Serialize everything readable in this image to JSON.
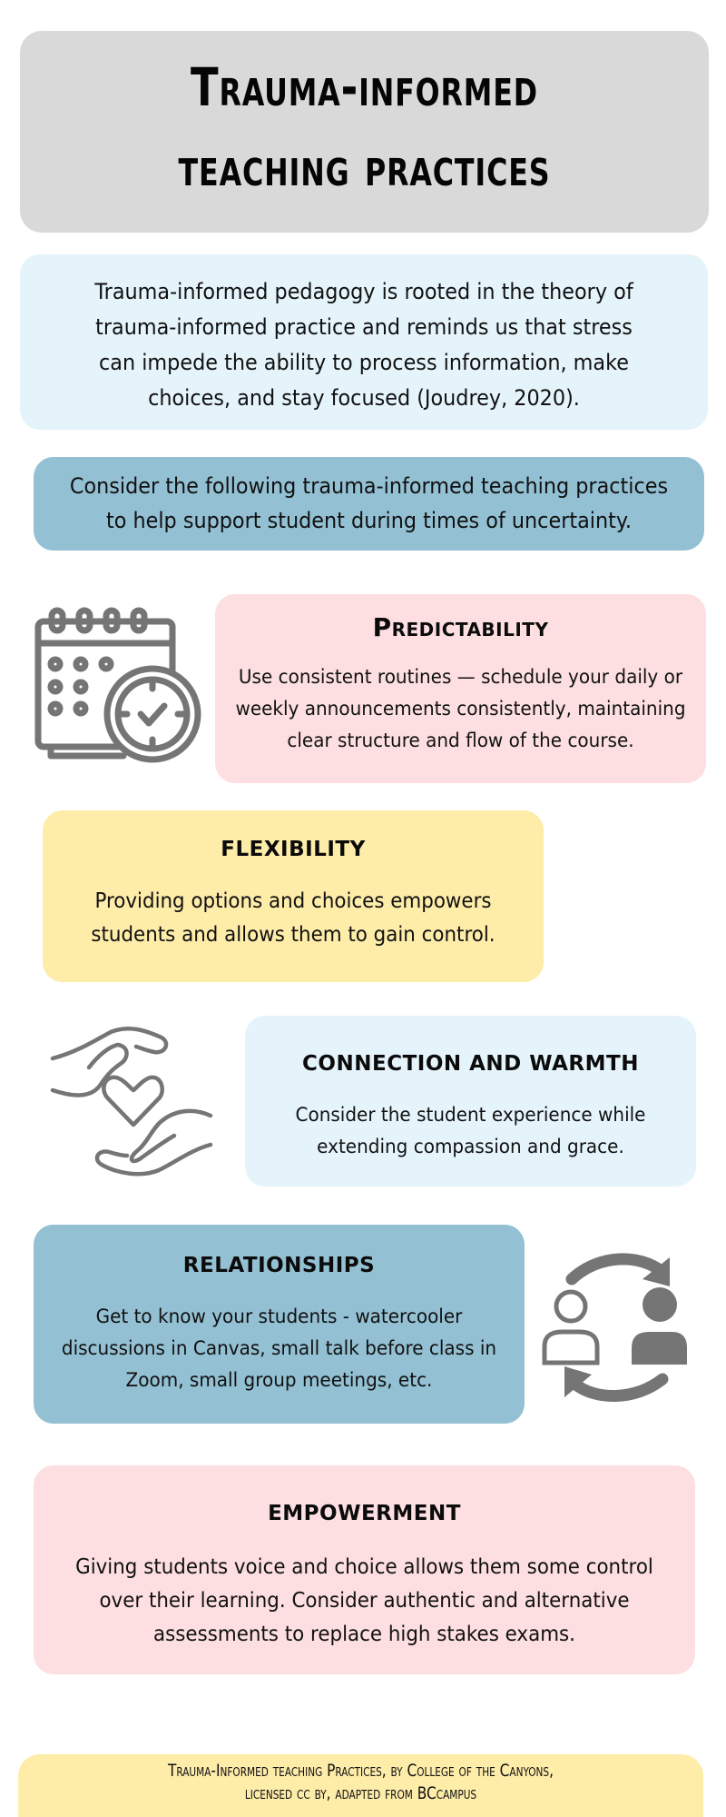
{
  "title": {
    "line1": "Trauma-informed",
    "line2": "teaching practices"
  },
  "intro": {
    "text": "Trauma-informed pedagogy is rooted in the theory of trauma-informed practice and reminds us that stress can impede the ability to process information, make choices, and stay focused (Joudrey, 2020)."
  },
  "consider": {
    "text": "Consider the following trauma-informed teaching practices to help support student during times of uncertainty."
  },
  "cards": [
    {
      "title": "Predictability",
      "body": "Use consistent routines — schedule your daily or weekly announcements consistently, maintaining clear structure and flow of the course.",
      "icon": "calendar-clock-icon",
      "color": "#fddfe1"
    },
    {
      "title": "Flexibility",
      "body": "Providing options and choices empowers students and allows them to gain control.",
      "icon": null,
      "color": "#feeca9"
    },
    {
      "title": "Connection and Warmth",
      "body": "Consider the student experience while extending compassion and grace.",
      "icon": "hands-heart-icon",
      "color": "#e5f4fb"
    },
    {
      "title": "Relationships",
      "body": "Get to know your students - watercooler discussions in Canvas, small talk before class in Zoom, small group meetings, etc.",
      "icon": "people-exchange-icon",
      "color": "#93c0d3"
    },
    {
      "title": "Empowerment",
      "body": "Giving students voice and choice allows them some control over their learning. Consider authentic and alternative assessments to replace high stakes exams.",
      "icon": null,
      "color": "#fddfe1"
    }
  ],
  "footer": {
    "line1": "Trauma-Informed teaching Practices, by College of the Canyons,",
    "line2": "licensed cc by, adapted from BCcampus"
  },
  "colors": {
    "title_bg": "#d9d9d9",
    "light_blue": "#e5f4fb",
    "steel_blue": "#93c0d3",
    "pink": "#fddfe1",
    "yellow": "#feeca9",
    "icon_gray": "#757575"
  }
}
